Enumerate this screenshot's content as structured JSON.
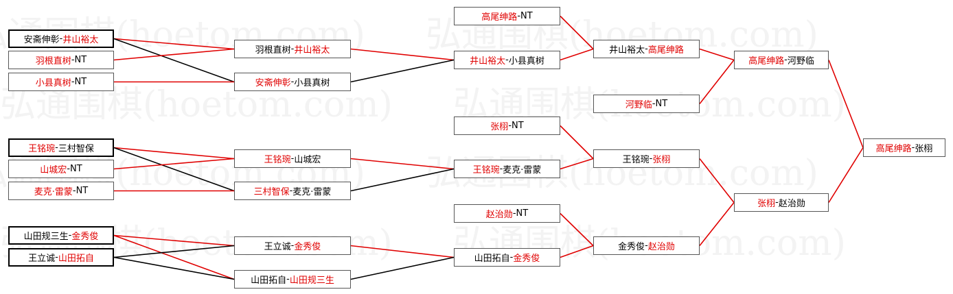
{
  "watermark": {
    "text": "弘通围棋(hoetom.com)"
  },
  "colors": {
    "winner": "#e00000",
    "loser": "#000000",
    "win_line": "#e00000",
    "lose_line": "#000000"
  },
  "matches": [
    {
      "id": "m1",
      "p1": "安斋伸彰",
      "p2": "井山裕太",
      "winner": 2
    },
    {
      "id": "m2",
      "p1": "羽根直树",
      "p2": "NT",
      "winner": 1
    },
    {
      "id": "m3",
      "p1": "小县真树",
      "p2": "NT",
      "winner": 1
    },
    {
      "id": "m4",
      "p1": "王铭琬",
      "p2": "三村智保",
      "winner": 1
    },
    {
      "id": "m5",
      "p1": "山城宏",
      "p2": "NT",
      "winner": 1
    },
    {
      "id": "m6",
      "p1": "麦克·雷蒙",
      "p2": "NT",
      "winner": 1
    },
    {
      "id": "m7",
      "p1": "山田规三生",
      "p2": "金秀俊",
      "winner": 2
    },
    {
      "id": "m8",
      "p1": "王立诚",
      "p2": "山田拓自",
      "winner": 2
    },
    {
      "id": "m9",
      "p1": "羽根直树",
      "p2": "井山裕太",
      "winner": 2
    },
    {
      "id": "m10",
      "p1": "安斋伸彰",
      "p2": "小县真树",
      "winner": 1
    },
    {
      "id": "m11",
      "p1": "王铭琬",
      "p2": "山城宏",
      "winner": 1
    },
    {
      "id": "m12",
      "p1": "三村智保",
      "p2": "麦克·雷蒙",
      "winner": 1
    },
    {
      "id": "m13",
      "p1": "王立诚",
      "p2": "金秀俊",
      "winner": 2
    },
    {
      "id": "m14",
      "p1": "山田拓自",
      "p2": "山田规三生",
      "winner": 2
    },
    {
      "id": "m15",
      "p1": "高尾绅路",
      "p2": "NT",
      "winner": 1
    },
    {
      "id": "m16",
      "p1": "井山裕太",
      "p2": "小县真树",
      "winner": 1
    },
    {
      "id": "m17",
      "p1": "张栩",
      "p2": "NT",
      "winner": 1
    },
    {
      "id": "m18",
      "p1": "王铭琬",
      "p2": "麦克·雷蒙",
      "winner": 1
    },
    {
      "id": "m19",
      "p1": "赵治勋",
      "p2": "NT",
      "winner": 1
    },
    {
      "id": "m20",
      "p1": "山田拓自",
      "p2": "金秀俊",
      "winner": 2
    },
    {
      "id": "m21",
      "p1": "井山裕太",
      "p2": "高尾绅路",
      "winner": 2
    },
    {
      "id": "m22",
      "p1": "河野临",
      "p2": "NT",
      "winner": 1
    },
    {
      "id": "m23",
      "p1": "王铭琬",
      "p2": "张栩",
      "winner": 2
    },
    {
      "id": "m24",
      "p1": "金秀俊",
      "p2": "赵治勋",
      "winner": 2
    },
    {
      "id": "m25",
      "p1": "高尾绅路",
      "p2": "河野临",
      "winner": 1
    },
    {
      "id": "m26",
      "p1": "张栩",
      "p2": "赵治勋",
      "winner": 1
    },
    {
      "id": "m27",
      "p1": "高尾绅路",
      "p2": "张栩",
      "winner": 1
    }
  ],
  "links": [
    {
      "from": "m1",
      "to": "m9",
      "won": true
    },
    {
      "from": "m1",
      "to": "m10",
      "won": false
    },
    {
      "from": "m2",
      "to": "m9",
      "won": true
    },
    {
      "from": "m3",
      "to": "m10",
      "won": true
    },
    {
      "from": "m4",
      "to": "m11",
      "won": true
    },
    {
      "from": "m4",
      "to": "m12",
      "won": false
    },
    {
      "from": "m5",
      "to": "m11",
      "won": true
    },
    {
      "from": "m6",
      "to": "m12",
      "won": true
    },
    {
      "from": "m7",
      "to": "m13",
      "won": true
    },
    {
      "from": "m7",
      "to": "m14",
      "won": true
    },
    {
      "from": "m8",
      "to": "m13",
      "won": false
    },
    {
      "from": "m8",
      "to": "m14",
      "won": false
    },
    {
      "from": "m9",
      "to": "m16",
      "won": true
    },
    {
      "from": "m10",
      "to": "m16",
      "won": false
    },
    {
      "from": "m11",
      "to": "m18",
      "won": true
    },
    {
      "from": "m12",
      "to": "m18",
      "won": false
    },
    {
      "from": "m13",
      "to": "m20",
      "won": true
    },
    {
      "from": "m14",
      "to": "m20",
      "won": false
    },
    {
      "from": "m15",
      "to": "m21",
      "won": true
    },
    {
      "from": "m16",
      "to": "m21",
      "won": true
    },
    {
      "from": "m17",
      "to": "m23",
      "won": true
    },
    {
      "from": "m18",
      "to": "m23",
      "won": true
    },
    {
      "from": "m19",
      "to": "m24",
      "won": true
    },
    {
      "from": "m20",
      "to": "m24",
      "won": true
    },
    {
      "from": "m21",
      "to": "m25",
      "won": true
    },
    {
      "from": "m22",
      "to": "m25",
      "won": true
    },
    {
      "from": "m23",
      "to": "m26",
      "won": true
    },
    {
      "from": "m24",
      "to": "m26",
      "won": true
    },
    {
      "from": "m25",
      "to": "m27",
      "won": true
    },
    {
      "from": "m26",
      "to": "m27",
      "won": true
    }
  ]
}
